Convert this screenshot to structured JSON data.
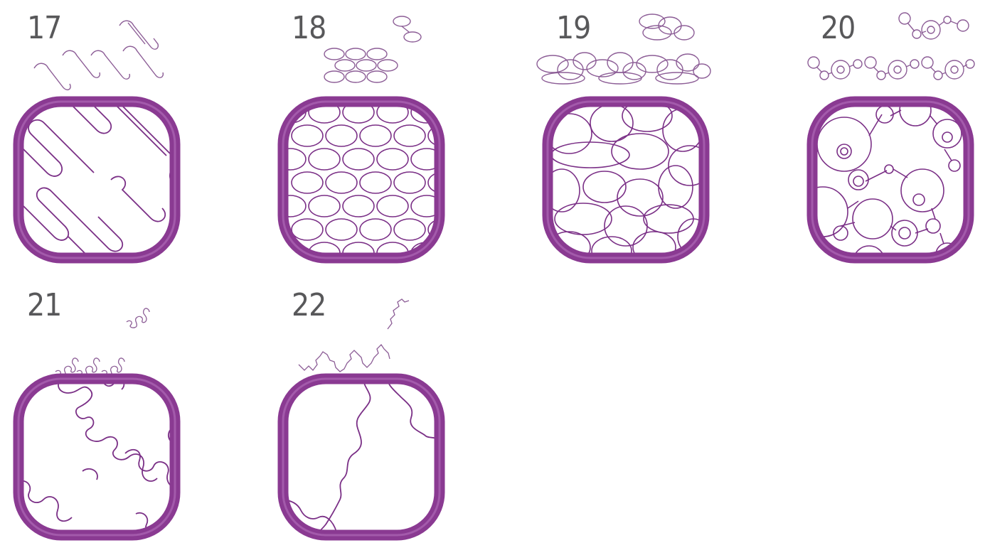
{
  "colors": {
    "hoop_outer": "#8a3a92",
    "hoop_inner": "#a35aab",
    "stitch": "#7a2f86",
    "sample": "#8c5d96",
    "number": "#58585a"
  },
  "designs": [
    {
      "number": "17",
      "pattern": "meander-hooks"
    },
    {
      "number": "18",
      "pattern": "bubble-lattice"
    },
    {
      "number": "19",
      "pattern": "overlapping-loops"
    },
    {
      "number": "20",
      "pattern": "circles-and-dots"
    },
    {
      "number": "21",
      "pattern": "wiggle-stipple"
    },
    {
      "number": "22",
      "pattern": "zigzag-vine"
    }
  ]
}
